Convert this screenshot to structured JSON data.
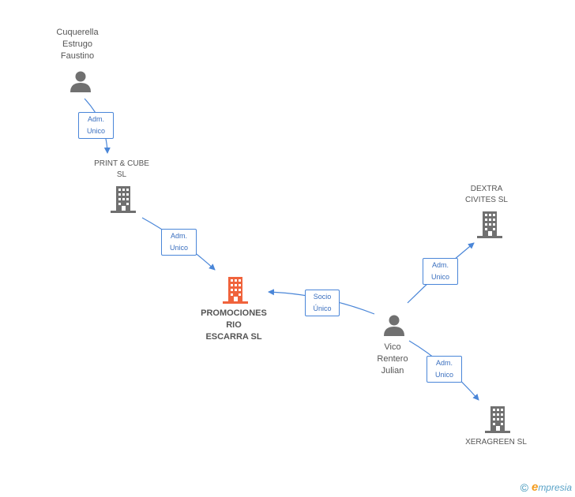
{
  "colors": {
    "edge": "#4a86d8",
    "icon_gray": "#707070",
    "icon_highlight": "#f0633c"
  },
  "nodes": {
    "cuquerella": {
      "line1": "Cuquerella",
      "line2": "Estrugo",
      "line3": "Faustino",
      "icon": "person-icon"
    },
    "print_cube": {
      "line1": "PRINT & CUBE",
      "line2": "SL",
      "icon": "building-icon"
    },
    "promociones": {
      "line1": "PROMOCIONES",
      "line2": "RIO",
      "line3": "ESCARRA SL",
      "icon": "building-icon"
    },
    "dextra": {
      "line1": "DEXTRA",
      "line2": "CIVITES SL",
      "icon": "building-icon"
    },
    "vico": {
      "line1": "Vico",
      "line2": "Rentero",
      "line3": "Julian",
      "icon": "person-icon"
    },
    "xeragreen": {
      "line1": "XERAGREEN SL",
      "icon": "building-icon"
    }
  },
  "edges": {
    "e1": {
      "line1": "Adm.",
      "line2": "Unico"
    },
    "e2": {
      "line1": "Adm.",
      "line2": "Unico"
    },
    "e3": {
      "line1": "Socio",
      "line2": "Único"
    },
    "e4": {
      "line1": "Adm.",
      "line2": "Unico"
    },
    "e5": {
      "line1": "Adm.",
      "line2": "Unico"
    }
  },
  "brand": {
    "copyright": "©",
    "logo_letter": "e",
    "name": "mpresia"
  }
}
